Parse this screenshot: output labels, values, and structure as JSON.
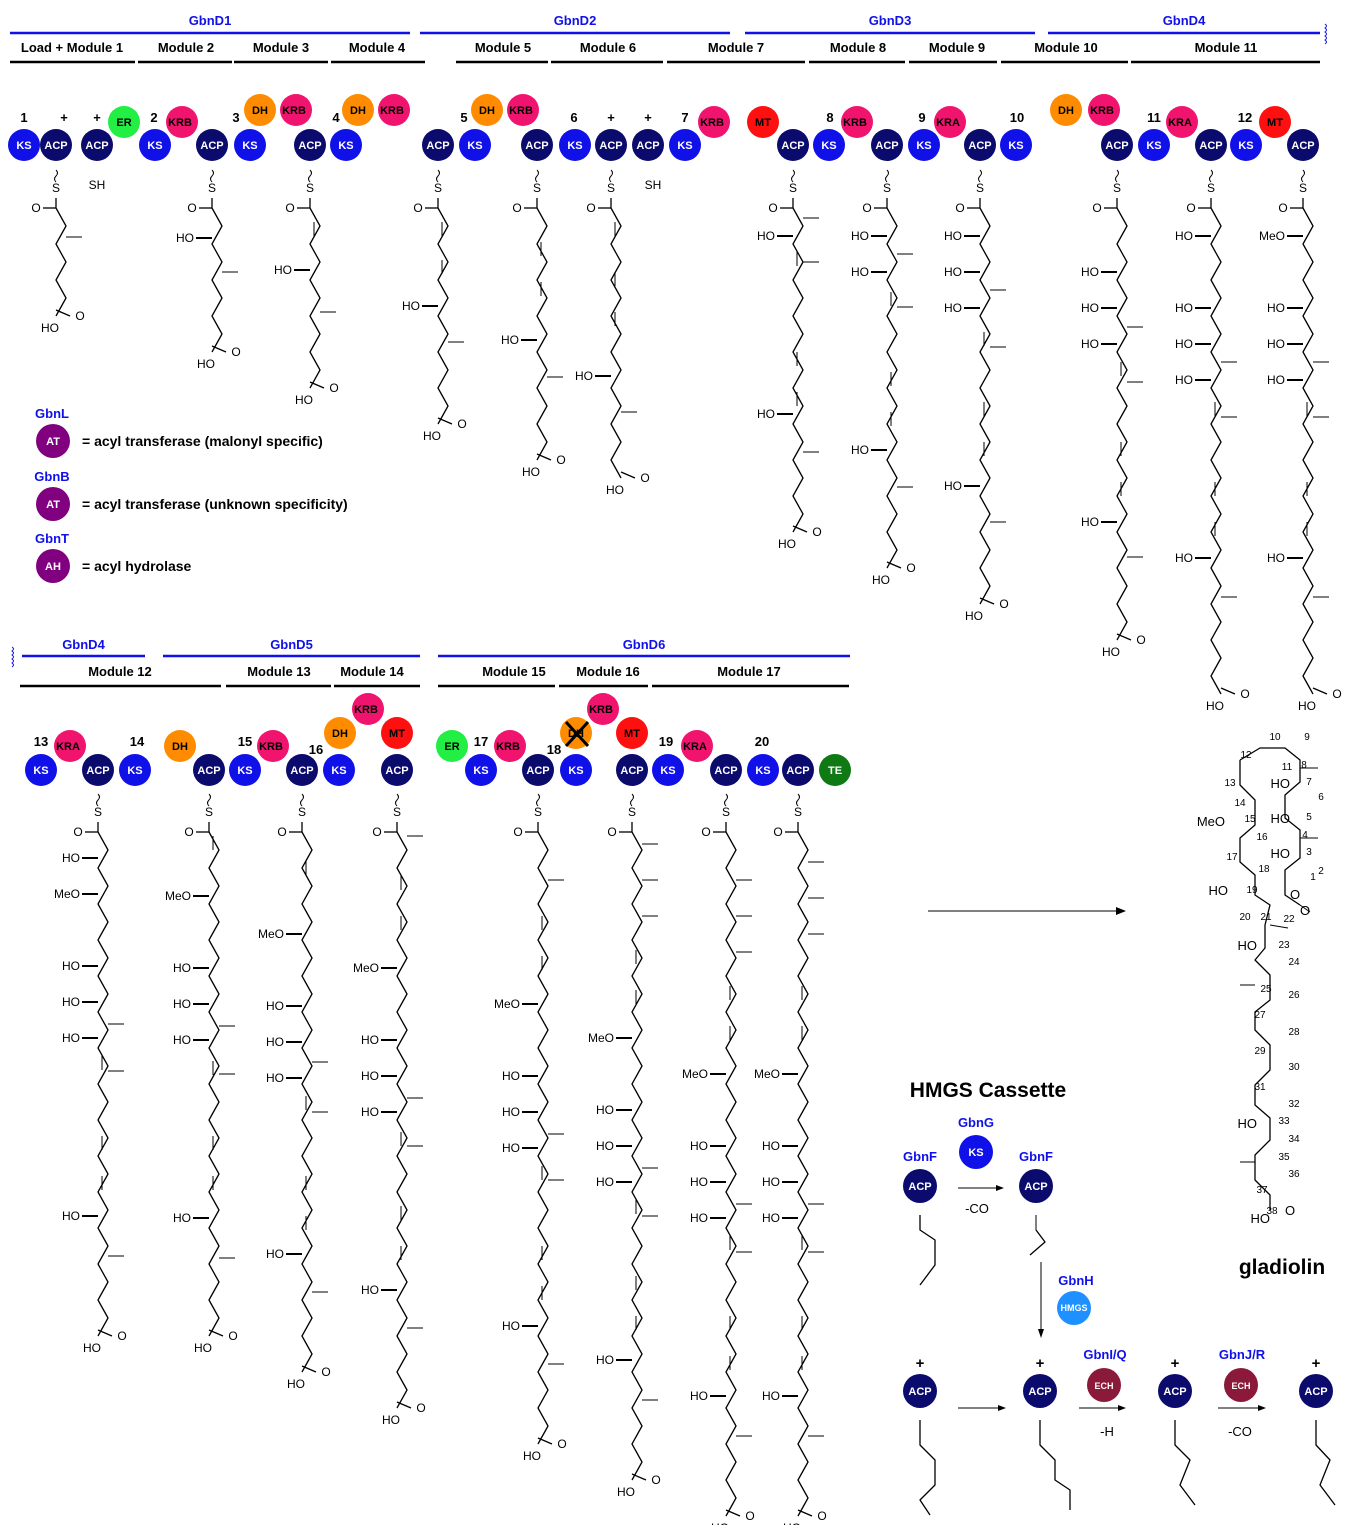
{
  "colors": {
    "ks": "#1010e8",
    "acp": "#0b0b6e",
    "dh": "#ff8c00",
    "kr": "#f0146e",
    "er": "#22ee44",
    "mt": "#ff1010",
    "te": "#0f7a14",
    "purple": "#800080",
    "hmgs": "#1e90ff",
    "ech": "#8b1a3a",
    "blue_text": "#1010e8",
    "line": "#000000"
  },
  "top": {
    "proteins": [
      {
        "name": "GbnD1"
      },
      {
        "name": "GbnD2"
      },
      {
        "name": "GbnD3"
      },
      {
        "name": "GbnD4"
      }
    ],
    "modules": [
      "Load + Module 1",
      "Module 2",
      "Module 3",
      "Module 4",
      "Module 5",
      "Module 6",
      "Module 7",
      "Module 8",
      "Module 9",
      "Module 10",
      "Module 11"
    ],
    "domains": [
      {
        "label": "KS",
        "type": "ks"
      },
      {
        "label": "ACP",
        "type": "acp"
      },
      {
        "label": "ACP",
        "type": "acp"
      },
      {
        "label": "ER",
        "type": "er"
      },
      {
        "label": "KS",
        "type": "ks"
      },
      {
        "label": "KRB",
        "type": "kr"
      },
      {
        "label": "ACP",
        "type": "acp"
      },
      {
        "label": "DH",
        "type": "dh"
      },
      {
        "label": "KRB",
        "type": "kr"
      },
      {
        "label": "KS",
        "type": "ks"
      },
      {
        "label": "ACP",
        "type": "acp"
      },
      {
        "label": "DH",
        "type": "dh"
      },
      {
        "label": "KRB",
        "type": "kr"
      },
      {
        "label": "KS",
        "type": "ks"
      },
      {
        "label": "ACP",
        "type": "acp"
      },
      {
        "label": "KS",
        "type": "ks"
      },
      {
        "label": "DH",
        "type": "dh"
      },
      {
        "label": "KRB",
        "type": "kr"
      },
      {
        "label": "ACP",
        "type": "acp"
      },
      {
        "label": "KS",
        "type": "ks"
      },
      {
        "label": "ACP",
        "type": "acp"
      },
      {
        "label": "ACP",
        "type": "acp"
      },
      {
        "label": "KS",
        "type": "ks"
      },
      {
        "label": "KRB",
        "type": "kr"
      },
      {
        "label": "MT",
        "type": "mt"
      },
      {
        "label": "ACP",
        "type": "acp"
      },
      {
        "label": "KS",
        "type": "ks"
      },
      {
        "label": "KRB",
        "type": "kr"
      },
      {
        "label": "ACP",
        "type": "acp"
      },
      {
        "label": "KS",
        "type": "ks"
      },
      {
        "label": "KRA",
        "type": "kr"
      },
      {
        "label": "ACP",
        "type": "acp"
      },
      {
        "label": "KS",
        "type": "ks"
      },
      {
        "label": "DH",
        "type": "dh"
      },
      {
        "label": "KRB",
        "type": "kr"
      },
      {
        "label": "ACP",
        "type": "acp"
      },
      {
        "label": "KS",
        "type": "ks"
      },
      {
        "label": "KRA",
        "type": "kr"
      },
      {
        "label": "ACP",
        "type": "acp"
      },
      {
        "label": "KS",
        "type": "ks"
      },
      {
        "label": "MT",
        "type": "mt"
      },
      {
        "label": "ACP",
        "type": "acp"
      }
    ],
    "numbers": [
      "1",
      "+",
      "+",
      "2",
      "3",
      "4",
      "5",
      "6",
      "+",
      "+",
      "7",
      "8",
      "9",
      "10",
      "11",
      "12"
    ],
    "sh": [
      "SH",
      "SH"
    ]
  },
  "legend": [
    {
      "protein": "GbnL",
      "domain": "AT",
      "text": "= acyl transferase (malonyl specific)"
    },
    {
      "protein": "GbnB",
      "domain": "AT",
      "text": "= acyl transferase (unknown specificity)"
    },
    {
      "protein": "GbnT",
      "domain": "AH",
      "text": "= acyl hydrolase"
    }
  ],
  "bottom": {
    "proteins": [
      {
        "name": "GbnD4"
      },
      {
        "name": "GbnD5"
      },
      {
        "name": "GbnD6"
      }
    ],
    "modules": [
      "Module 12",
      "Module 13",
      "Module 14",
      "Module 15",
      "Module 16",
      "Module 17"
    ],
    "domains": [
      {
        "label": "KS",
        "type": "ks"
      },
      {
        "label": "KRA",
        "type": "kr"
      },
      {
        "label": "ACP",
        "type": "acp"
      },
      {
        "label": "KS",
        "type": "ks"
      },
      {
        "label": "DH",
        "type": "dh"
      },
      {
        "label": "ACP",
        "type": "acp"
      },
      {
        "label": "KS",
        "type": "ks"
      },
      {
        "label": "KRB",
        "type": "kr"
      },
      {
        "label": "ACP",
        "type": "acp"
      },
      {
        "label": "DH",
        "type": "dh"
      },
      {
        "label": "KS",
        "type": "ks"
      },
      {
        "label": "KRB",
        "type": "kr"
      },
      {
        "label": "MT",
        "type": "mt"
      },
      {
        "label": "ACP",
        "type": "acp"
      },
      {
        "label": "ER",
        "type": "er"
      },
      {
        "label": "KS",
        "type": "ks"
      },
      {
        "label": "KRB",
        "type": "kr"
      },
      {
        "label": "ACP",
        "type": "acp"
      },
      {
        "label": "DH",
        "type": "dh"
      },
      {
        "label": "KS",
        "type": "ks"
      },
      {
        "label": "KRB",
        "type": "kr"
      },
      {
        "label": "MT",
        "type": "mt"
      },
      {
        "label": "ACP",
        "type": "acp"
      },
      {
        "label": "KS",
        "type": "ks"
      },
      {
        "label": "KRA",
        "type": "kr"
      },
      {
        "label": "ACP",
        "type": "acp"
      },
      {
        "label": "KS",
        "type": "ks"
      },
      {
        "label": "ACP",
        "type": "acp"
      },
      {
        "label": "TE",
        "type": "te"
      }
    ],
    "numbers": [
      "13",
      "14",
      "15",
      "16",
      "17",
      "18",
      "19",
      "20"
    ]
  },
  "chem": {
    "ho": "HO",
    "meo": "MeO",
    "o": "O",
    "s": "S"
  },
  "gladiolin": {
    "name": "gladiolin",
    "labels": [
      "HO",
      "HO",
      "MeO",
      "HO",
      "HO",
      "O",
      "O",
      "HO",
      "HO",
      "HO",
      "O"
    ],
    "numbers": [
      "1",
      "2",
      "3",
      "4",
      "5",
      "6",
      "7",
      "8",
      "9",
      "10",
      "11",
      "12",
      "13",
      "14",
      "15",
      "16",
      "17",
      "18",
      "19",
      "20",
      "21",
      "22",
      "23",
      "24",
      "25",
      "26",
      "27",
      "28",
      "29",
      "30",
      "31",
      "32",
      "33",
      "34",
      "35",
      "36",
      "37",
      "38"
    ]
  },
  "hmgs": {
    "title": "HMGS Cassette",
    "gbnG": "GbnG",
    "ksq": "KS",
    "gbnF1": "GbnF",
    "gbnF2": "GbnF",
    "acp": "ACP",
    "co2_1": "-CO",
    "gbnH": "GbnH",
    "hmgs_label": "HMGS",
    "gbnIQ": "GbnI/Q",
    "ech1": "ECH",
    "h2o": "-H",
    "gbnJR": "GbnJ/R",
    "ech2": "ECH",
    "co2_2": "-CO",
    "plus": "+"
  }
}
